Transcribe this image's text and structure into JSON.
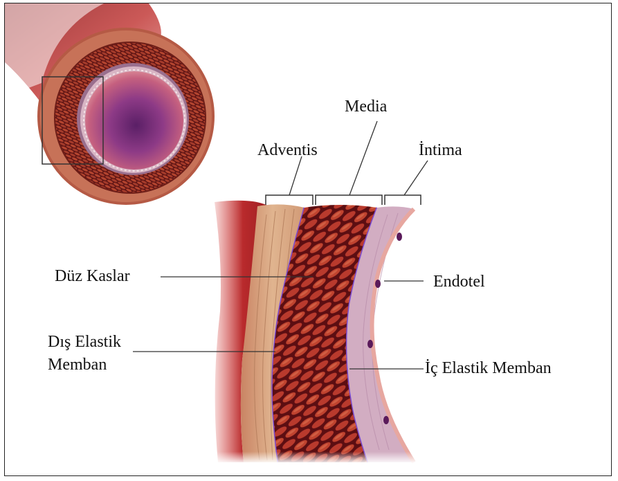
{
  "labels": {
    "media": "Media",
    "adventis": "Adventis",
    "intima": "İntima",
    "duz_kaslar": "Düz Kaslar",
    "endotel": "Endotel",
    "dis_elastik_line1": "Dış Elastik",
    "dis_elastik_line2": "Memban",
    "ic_elastik": "İç Elastik Memban"
  },
  "colors": {
    "adventitia": "#d8a07a",
    "media_dark": "#5a0f10",
    "media_muscle": "#b8382c",
    "elastic_membrane": "#7a4bd0",
    "intima": "#d9b3c7",
    "lumen_outer": "#c05a7c",
    "lumen_inner": "#6b2a6e",
    "outer_red": "#a32024",
    "line": "#333333"
  }
}
